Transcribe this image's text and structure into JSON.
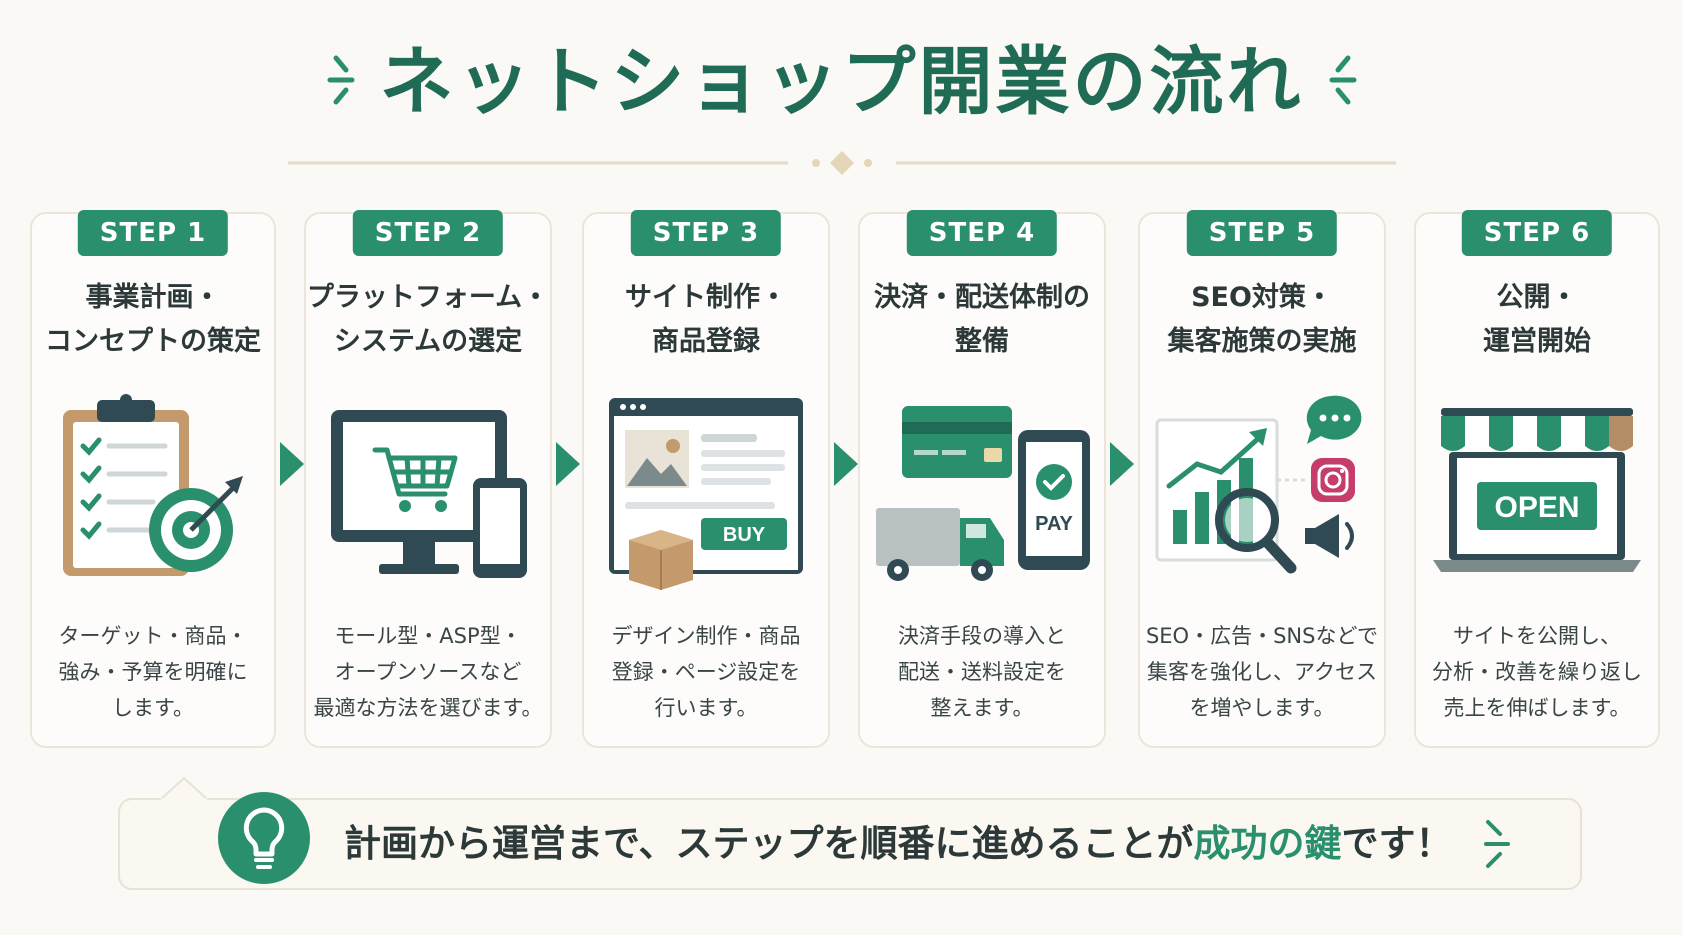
{
  "title": "ネットショップ開業の流れ",
  "colors": {
    "accent": "#2a8f6c",
    "title": "#1f6b55",
    "dark": "#2f4a52"
  },
  "steps": [
    {
      "badge": "STEP 1",
      "title": [
        "事業計画・",
        "コンセプトの策定"
      ],
      "desc": [
        "ターゲット・商品・",
        "強み・予算を明確に",
        "します。"
      ],
      "icon": "clipboard-target-icon"
    },
    {
      "badge": "STEP 2",
      "title": [
        "プラットフォーム・",
        "システムの選定"
      ],
      "desc": [
        "モール型・ASP型・",
        "オープンソースなど",
        "最適な方法を選びます。"
      ],
      "icon": "monitor-cart-icon"
    },
    {
      "badge": "STEP 3",
      "title": [
        "サイト制作・",
        "商品登録"
      ],
      "desc": [
        "デザイン制作・商品",
        "登録・ページ設定を",
        "行います。"
      ],
      "icon": "webpage-buy-icon",
      "button_label": "BUY"
    },
    {
      "badge": "STEP 4",
      "title": [
        "決済・配送体制の",
        "整備"
      ],
      "desc": [
        "決済手段の導入と",
        "配送・送料設定を",
        "整えます。"
      ],
      "icon": "payment-delivery-icon",
      "pay_label": "PAY"
    },
    {
      "badge": "STEP 5",
      "title": [
        "SEO対策・",
        "集客施策の実施"
      ],
      "desc": [
        "SEO・広告・SNSなどで",
        "集客を強化し、アクセス",
        "を増やします。"
      ],
      "icon": "analytics-marketing-icon"
    },
    {
      "badge": "STEP 6",
      "title": [
        "公開・",
        "運営開始"
      ],
      "desc": [
        "サイトを公開し、",
        "分析・改善を繰り返し",
        "売上を伸ばします。"
      ],
      "icon": "open-store-icon",
      "sign_label": "OPEN"
    }
  ],
  "tip": {
    "before": "計画から運営まで、ステップを順番に進めることが",
    "accent": "成功の鍵",
    "after": "です！",
    "icon": "lightbulb-icon"
  }
}
